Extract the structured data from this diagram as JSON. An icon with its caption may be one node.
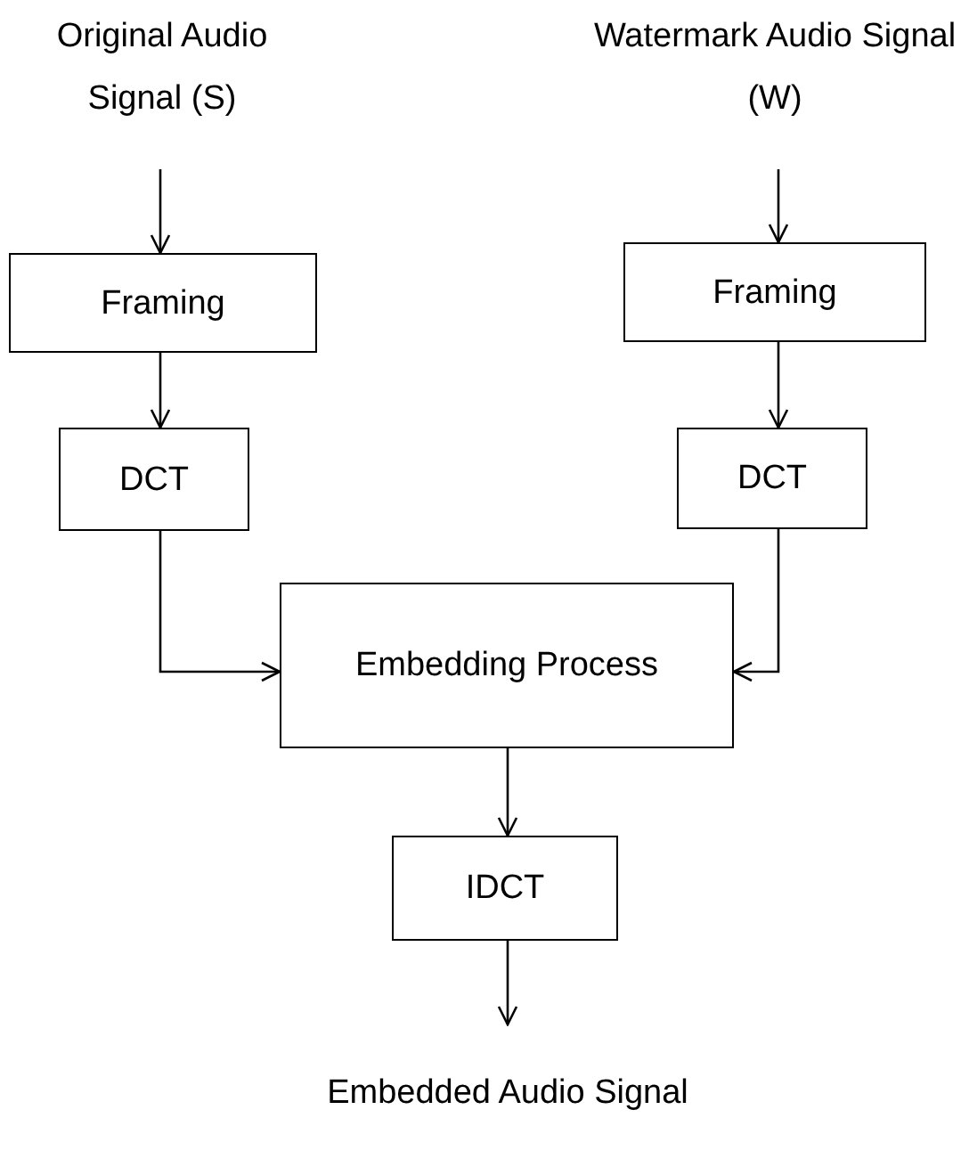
{
  "diagram": {
    "nodes": [
      {
        "text": [
          "Original Audio Signal (S)"
        ]
      },
      {
        "text": [
          "Watermark Audio Signal (W)"
        ]
      },
      {
        "text": [
          "Framing"
        ]
      },
      {
        "text": [
          "Framing"
        ]
      },
      {
        "text": [
          "DCT"
        ]
      },
      {
        "text": [
          "DCT"
        ]
      },
      {
        "text": [
          "Embedding Process"
        ]
      },
      {
        "text": [
          "IDCT"
        ]
      },
      {
        "text": [
          "Embedded Audio Signal"
        ]
      }
    ],
    "edges": [
      {
        "from": 0,
        "to": 2,
        "arrow": "to"
      },
      {
        "from": 1,
        "to": 3,
        "arrow": "to"
      },
      {
        "from": 2,
        "to": 4,
        "arrow": "to"
      },
      {
        "from": 3,
        "to": 5,
        "arrow": "to"
      },
      {
        "from": 4,
        "to": 6,
        "arrow": "to"
      },
      {
        "from": 5,
        "to": 6,
        "arrow": "to"
      },
      {
        "from": 6,
        "to": 7,
        "arrow": "to"
      },
      {
        "from": 7,
        "to": 8,
        "arrow": "to"
      }
    ]
  }
}
